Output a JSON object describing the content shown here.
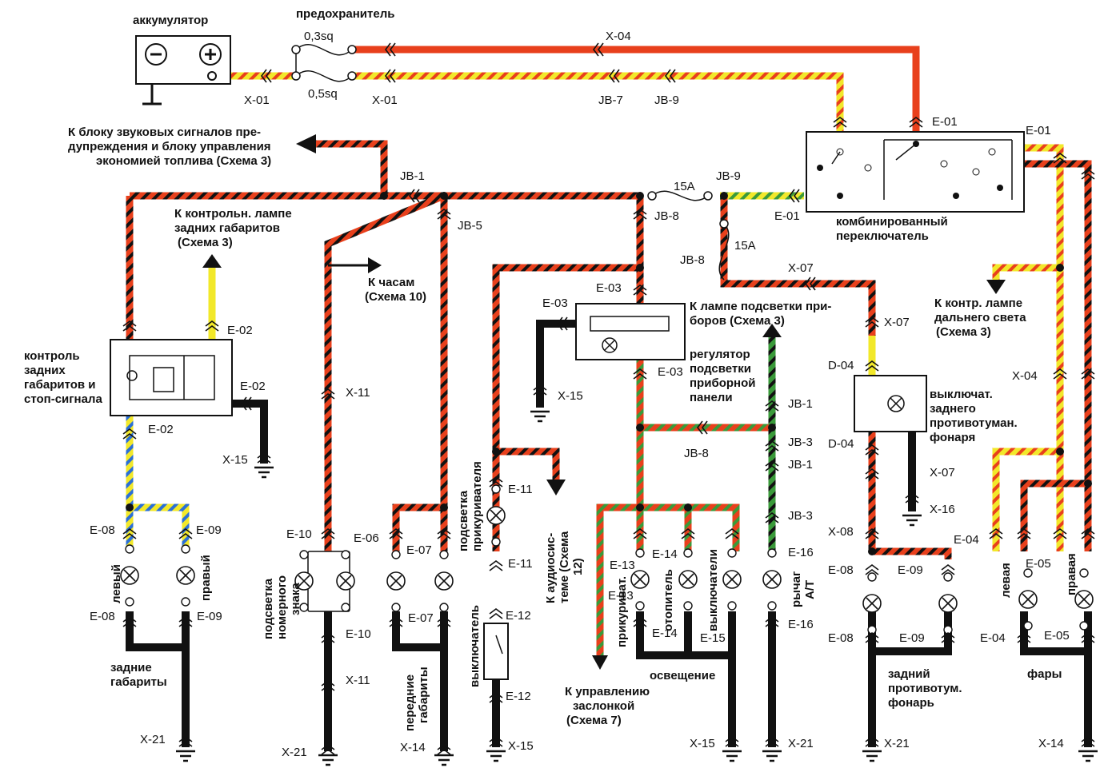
{
  "labels": {
    "battery": "аккумулятор",
    "fuse": "предохранитель",
    "fuse_03": "0,3sq",
    "fuse_05": "0,5sq",
    "sound_1": "К блоку звуковых сигналов пре-",
    "sound_2": "дупреждения и блоку управления",
    "sound_3": "экономией топлива (Схема 3)",
    "ctrl_tail_1": "К контрольн. лампе",
    "ctrl_tail_2": "задних габаритов",
    "ctrl_tail_3": "(Схема 3)",
    "clock_1": "К часам",
    "clock_2": "(Схема 10)",
    "ctrl_unit_1": "контроль",
    "ctrl_unit_2": "задних",
    "ctrl_unit_3": "габаритов и",
    "ctrl_unit_4": "стоп-сигнала",
    "combi_1": "комбинированный",
    "combi_2": "переключатель",
    "inst_lamp_1": "К лампе подсветки при-",
    "inst_lamp_2": "боров (Схема 3)",
    "regulator_1": "регулятор",
    "regulator_2": "подсветки",
    "regulator_3": "приборной",
    "regulator_4": "панели",
    "hibeam_1": "К контр. лампе",
    "hibeam_2": "дальнего света",
    "hibeam_3": "(Схема 3)",
    "fogsw_1": "выключат.",
    "fogsw_2": "заднего",
    "fogsw_3": "противотуман.",
    "fogsw_4": "фонаря",
    "left": "левый",
    "right": "правый",
    "rear_pos_1": "задние",
    "rear_pos_2": "габариты",
    "plate_1": "подсветка",
    "plate_2": "номерного",
    "plate_3": "знака",
    "front_pos_1": "передние",
    "front_pos_2": "габариты",
    "cig_1": "подсветка",
    "cig_2": "прикуривателя",
    "switch": "выключатель",
    "audio_1": "К аудиосис-",
    "audio_2": "теме (Схема",
    "audio_3": "12)",
    "cig_lighter": "прикуриват.",
    "heater": "отопитель",
    "switches": "выключатели",
    "lighting": "освещение",
    "at_lever_1": "рычаг",
    "at_lever_2": "A/T",
    "flap_1": "К управлению",
    "flap_2": "заслонкой",
    "flap_3": "(Схема 7)",
    "fog_lamp_1": "задний",
    "fog_lamp_2": "противотум.",
    "fog_lamp_3": "фонарь",
    "left_f": "левая",
    "right_f": "правая",
    "headlamps": "фары",
    "amp15": "15A"
  },
  "connectors": {
    "x01": "X-01",
    "x04": "X-04",
    "x07": "X-07",
    "x11": "X-11",
    "x14": "X-14",
    "x15": "X-15",
    "x16": "X-16",
    "x21": "X-21",
    "jb1": "JB-1",
    "jb3": "JB-3",
    "jb5": "JB-5",
    "jb7": "JB-7",
    "jb8": "JB-8",
    "jb9": "JB-9",
    "e01": "E-01",
    "e02": "E-02",
    "e03": "E-03",
    "e04": "E-04",
    "e05": "E-05",
    "e06": "E-06",
    "e07": "E-07",
    "e08": "E-08",
    "e09": "E-09",
    "e10": "E-10",
    "e11": "E-11",
    "e12": "E-12",
    "e13": "E-13",
    "e14": "E-14",
    "e15": "E-15",
    "e16": "E-16",
    "d04": "D-04",
    "x08": "X-08"
  },
  "colors": {
    "red": "#e8401c",
    "yellow": "#f2e82a",
    "green": "#3a9a3a",
    "blue": "#2a6fd6",
    "black": "#111111"
  }
}
